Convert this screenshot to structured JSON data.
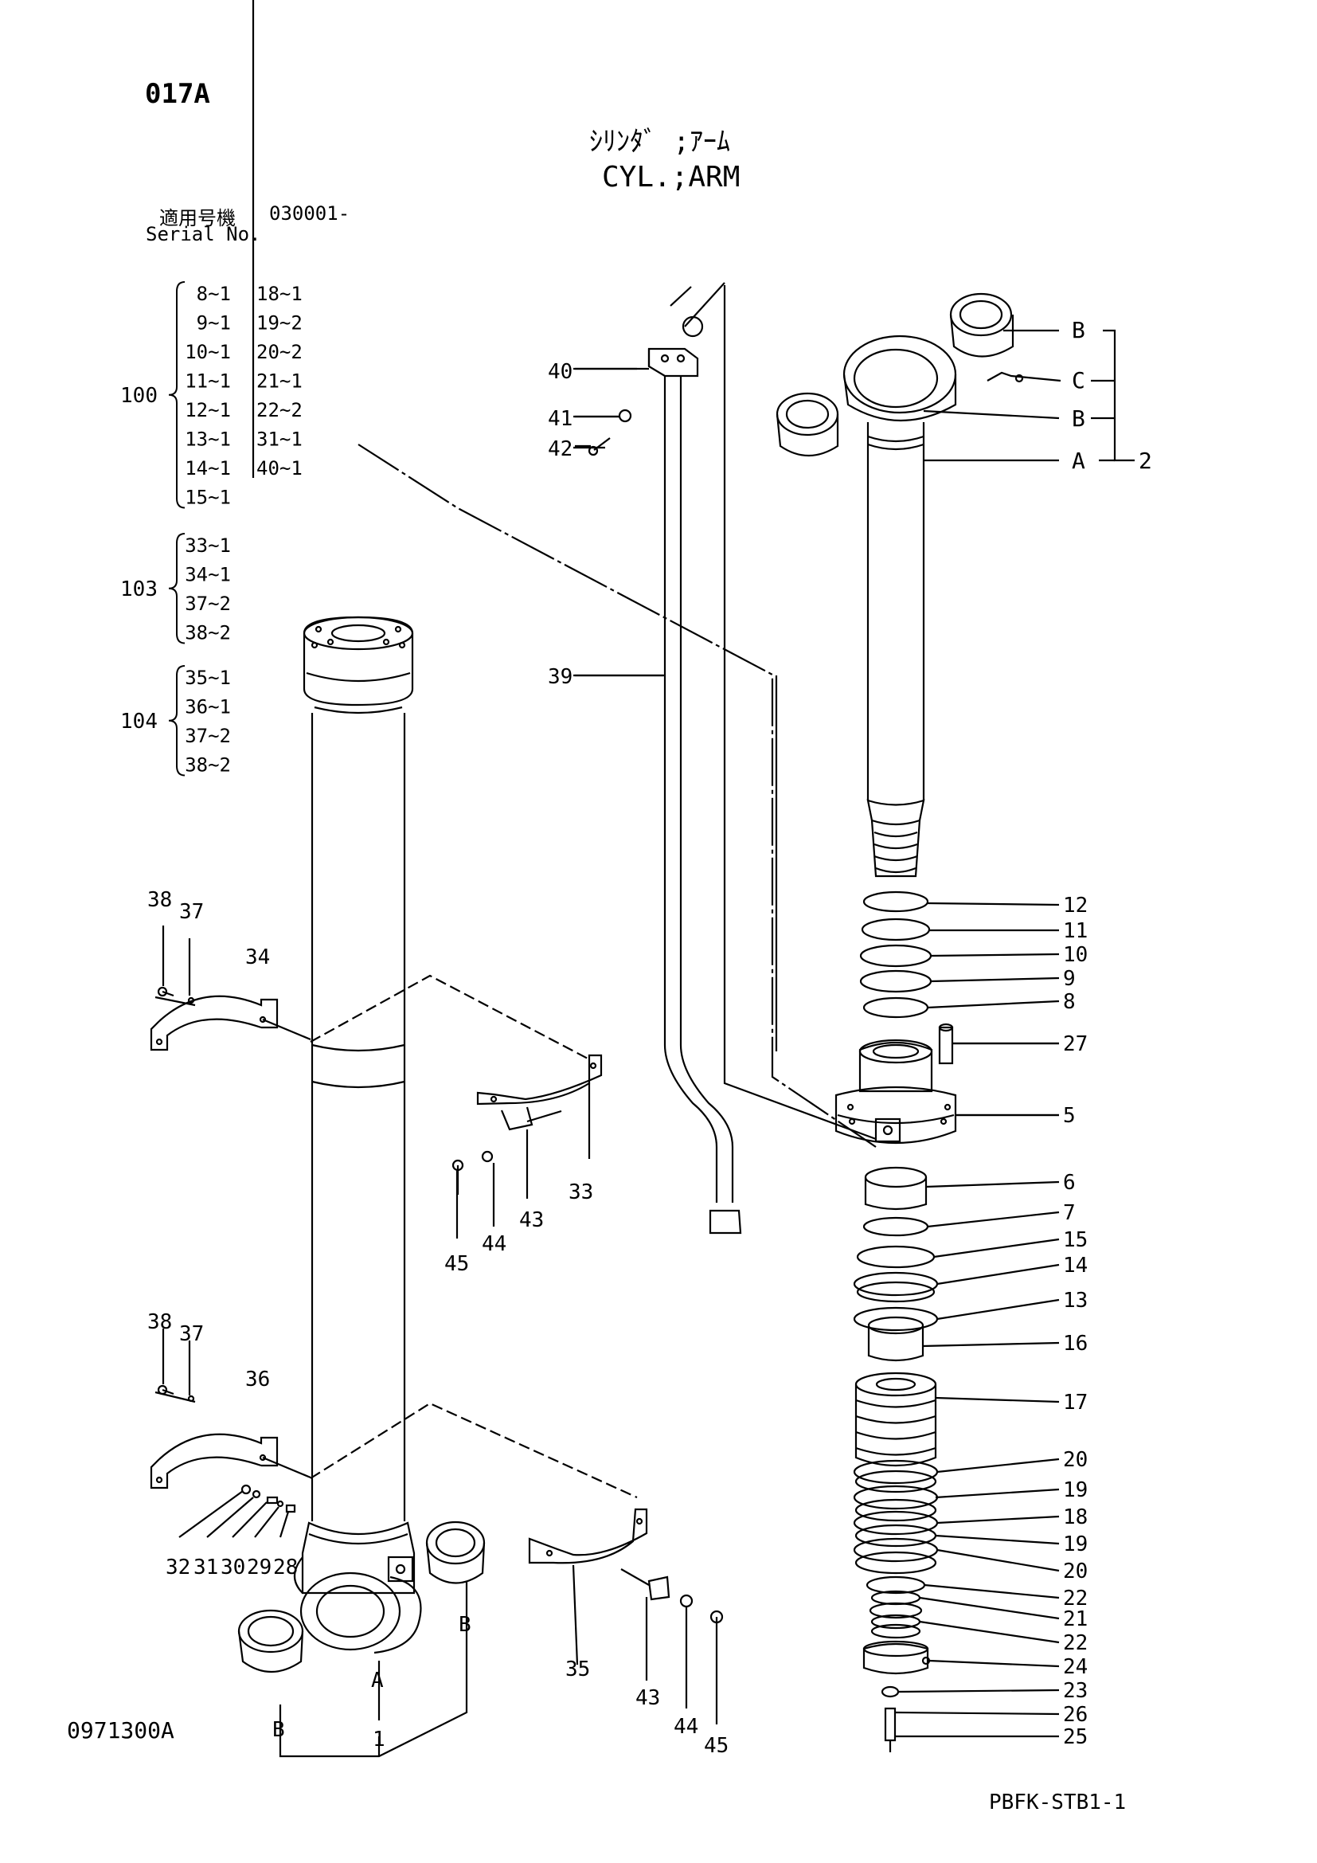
{
  "header": {
    "figure_code": "017A",
    "title_jp": "ｼﾘﾝﾀﾞ ;ｱｰﾑ",
    "title_en": "CYL.;ARM",
    "serial_label_jp": "適用号機",
    "serial_label_en": "Serial No.",
    "serial_value": "030001-"
  },
  "kits": [
    {
      "label": "100",
      "items": [
        "8~1",
        "18~1",
        "9~1",
        "19~2",
        "10~1",
        "20~2",
        "11~1",
        "21~1",
        "12~1",
        "22~2",
        "13~1",
        "31~1",
        "14~1",
        "40~1",
        "15~1"
      ]
    },
    {
      "label": "103",
      "items": [
        "33~1",
        "34~1",
        "37~2",
        "38~2"
      ]
    },
    {
      "label": "104",
      "items": [
        "35~1",
        "36~1",
        "37~2",
        "38~2"
      ]
    }
  ],
  "callouts_right": [
    "12",
    "11",
    "10",
    "9",
    "8",
    "27",
    "5",
    "6",
    "7",
    "15",
    "14",
    "13",
    "16",
    "17",
    "20",
    "19",
    "18",
    "19",
    "20",
    "22",
    "21",
    "22",
    "24",
    "23",
    "26",
    "25"
  ],
  "rod_letters": [
    "B",
    "C",
    "B",
    "A",
    "2"
  ],
  "part_labels": {
    "p40": "40",
    "p41": "41",
    "p42": "42",
    "p39": "39",
    "p38a": "38",
    "p37a": "37",
    "p34": "34",
    "p33": "33",
    "p43a": "43",
    "p44a": "44",
    "p45a": "45",
    "p38b": "38",
    "p37b": "37",
    "p36": "36",
    "p32": "32",
    "p31": "31",
    "p30": "30",
    "p29": "29",
    "p28": "28",
    "p35": "35",
    "p43b": "43",
    "p44b": "44",
    "p45b": "45",
    "tube_a": "A",
    "tube_b1": "B",
    "tube_b2": "B",
    "tube_1": "1"
  },
  "footer": {
    "drawing_code": "0971300A",
    "page_code": "PBFK-STB1-1"
  }
}
